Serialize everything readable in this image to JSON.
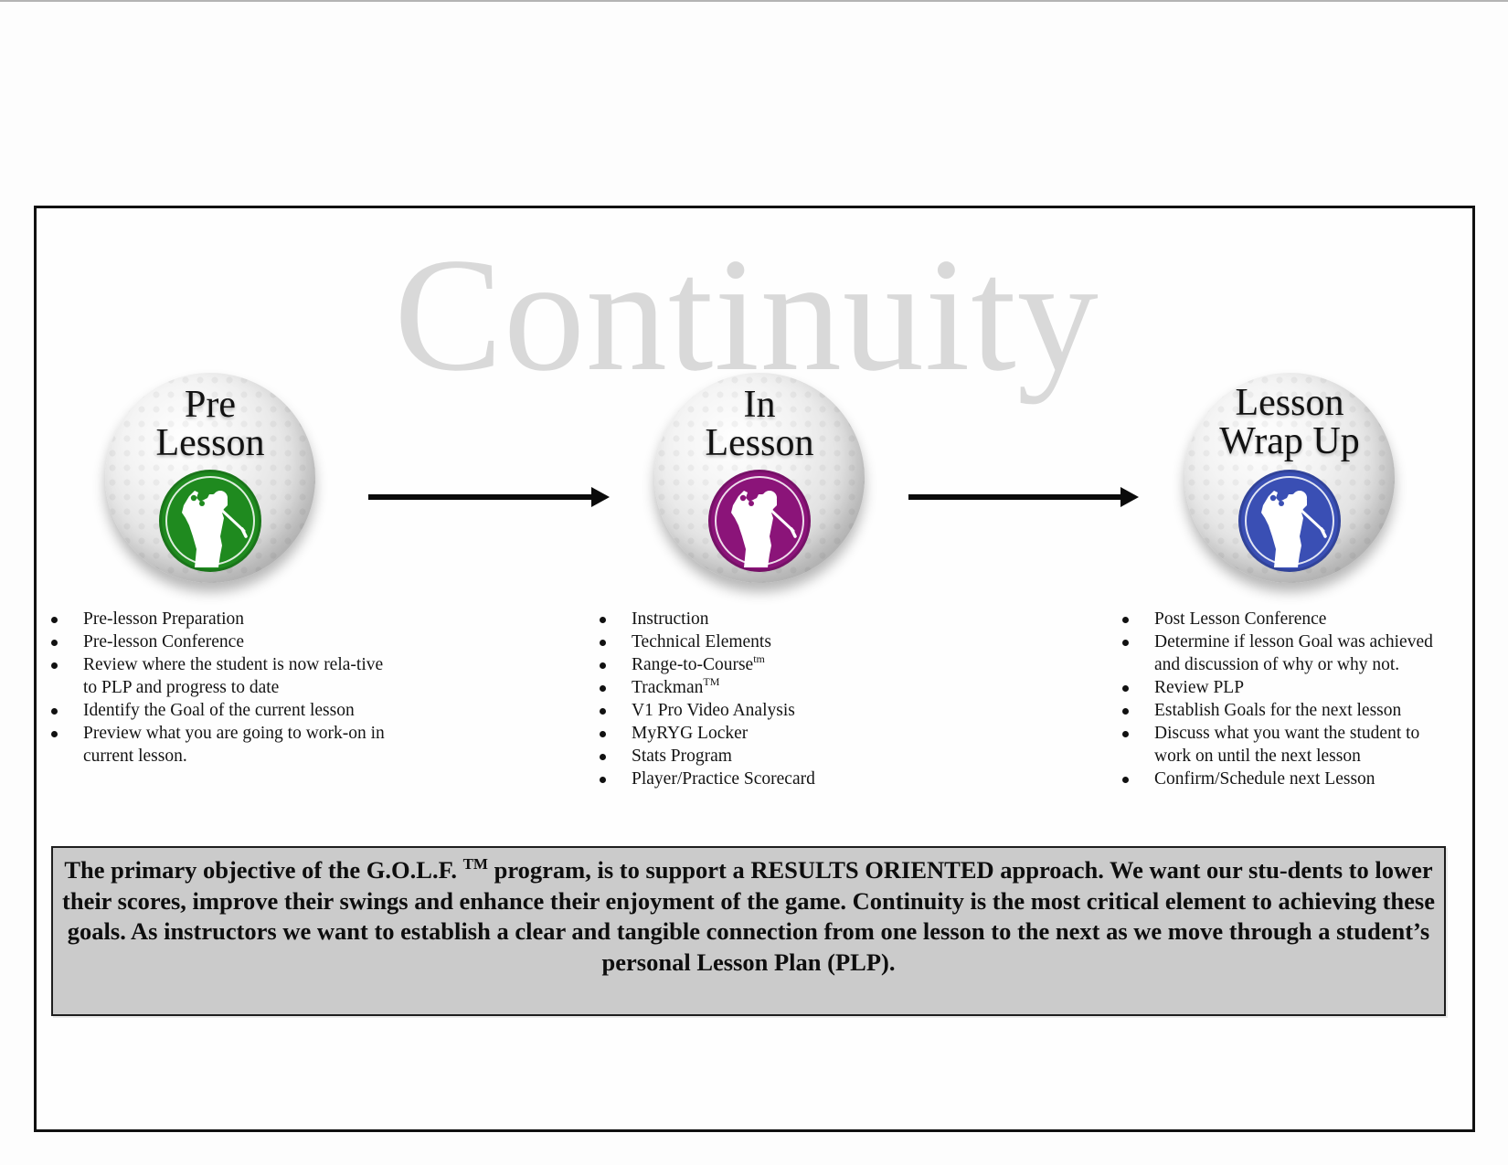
{
  "title": "Continuity",
  "colors": {
    "watermark_gray": "#d9d9d9",
    "pre_lesson_badge": "#1f8a1f",
    "in_lesson_badge": "#8b1479",
    "wrap_up_badge": "#3a4fb4",
    "summary_box_bg": "#cbcbcb",
    "frame_border": "#111111"
  },
  "stages": [
    {
      "id": "pre-lesson",
      "label_line1": "Pre",
      "label_line2": "Lesson",
      "icon": "golfer-silhouette-icon",
      "badge_color": "#1f8a1f",
      "items": [
        "Pre-lesson Preparation",
        "Pre-lesson Conference",
        "Review where the student is now rela-tive to PLP and progress to date",
        "Identify the Goal of the current lesson",
        "Preview what you are going to work-on in current lesson."
      ]
    },
    {
      "id": "in-lesson",
      "label_line1": "In",
      "label_line2": "Lesson",
      "icon": "golfer-silhouette-icon",
      "badge_color": "#8b1479",
      "items": [
        "Instruction",
        "Technical Elements",
        "Range-to-Course",
        "Trackman",
        "V1 Pro Video Analysis",
        "MyRYG Locker",
        "Stats Program",
        "Player/Practice Scorecard"
      ],
      "item_superscripts": {
        "2": "tm",
        "3": "TM"
      }
    },
    {
      "id": "lesson-wrap-up",
      "label_line1": "Lesson",
      "label_line2": "Wrap Up",
      "icon": "golfer-silhouette-icon",
      "badge_color": "#3a4fb4",
      "items": [
        "Post Lesson Conference",
        "Determine if lesson Goal was achieved and discussion of why or why not.",
        "Review PLP",
        "Establish Goals for the next lesson",
        "Discuss what you want the student to work on until the next lesson",
        "Confirm/Schedule next Lesson"
      ]
    }
  ],
  "arrows": [
    {
      "from": "pre-lesson",
      "to": "in-lesson",
      "icon": "arrow-right-icon"
    },
    {
      "from": "in-lesson",
      "to": "lesson-wrap-up",
      "icon": "arrow-right-icon"
    }
  ],
  "summary": {
    "part1": "The primary objective of the G.O.L.F.",
    "tm": "TM",
    "part2": " program, is to support a RESULTS ORIENTED approach.  We want our stu-dents to lower their scores, improve their swings and enhance their enjoyment of the game.  Continuity is the most critical element to achieving these goals.  As instructors we want to establish a clear and tangible connection from one lesson to the next as we move through a student’s personal Lesson Plan (PLP)."
  }
}
